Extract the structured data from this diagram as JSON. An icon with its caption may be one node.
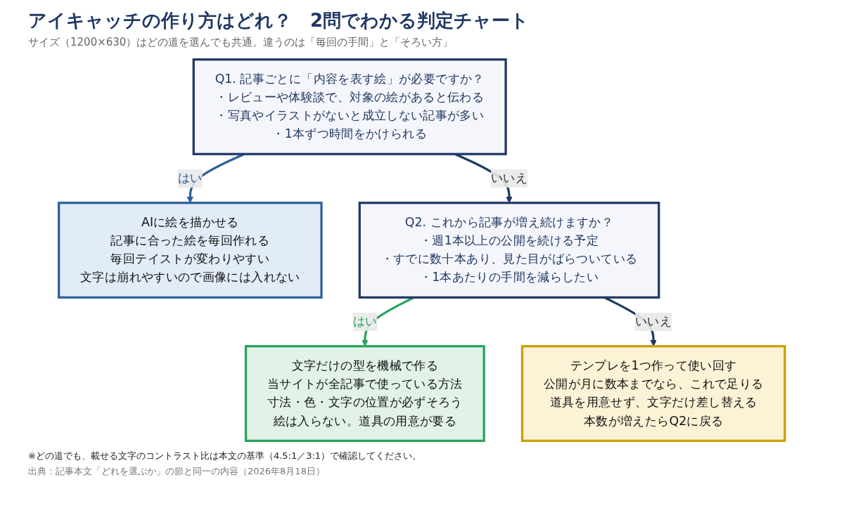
{
  "diagram": {
    "title": "アイキャッチの作り方はどれ？　2問でわかる判定チャート",
    "nodes": [
      {
        "text": [
          "Q1. 記事ごとに「内容を表す絵」が必要ですか？",
          "・レビューや体験談で、対象の絵があると伝わる",
          "・写真やイラストがないと成立しない記事が多い",
          "・1本ずつ時間をかけられる"
        ]
      },
      {
        "text": [
          "AIに絵を描かせる",
          "記事に合った絵を毎回作れる",
          "毎回テイストが変わりやすい",
          "文字は崩れやすいので画像には入れない"
        ]
      },
      {
        "text": [
          "Q2. これから記事が増え続けますか？",
          "・週1本以上の公開を続ける予定",
          "・すでに数十本あり、見た目がばらついている",
          "・1本あたりの手間を減らしたい"
        ]
      },
      {
        "text": [
          "文字だけの型を機械で作る",
          "当サイトが全記事で使っている方法",
          "寸法・色・文字の位置が必ずそろう",
          "絵は入らない。道具の用意が要る"
        ]
      },
      {
        "text": [
          "テンプレを1つ作って使い回す",
          "公開が月に数本までなら、これで足りる",
          "道具を用意せず、文字だけ差し替える",
          "本数が増えたらQ2に戻る"
        ]
      }
    ],
    "edges": [
      {
        "from": 0,
        "to": 1,
        "arrow": "to",
        "label": "はい",
        "color": "#2e6099"
      },
      {
        "from": 0,
        "to": 2,
        "arrow": "to",
        "label": "いいえ"
      },
      {
        "from": 2,
        "to": 3,
        "arrow": "to",
        "label": "はい",
        "color": "#27a35a"
      },
      {
        "from": 2,
        "to": 4,
        "arrow": "to",
        "label": "いいえ"
      }
    ],
    "labels": [
      "サイズ（1200×630）はどの道を選んでも共通。違うのは「毎回の手間」と「そろい方」",
      "※どの道でも、載せる文字のコントラスト比は本文の基準（4.5:1／3:1）で確認してください。"
    ],
    "caption": "出典：記事本文「どれを選ぶか」の節と同一の内容（2026年8月18日）"
  }
}
